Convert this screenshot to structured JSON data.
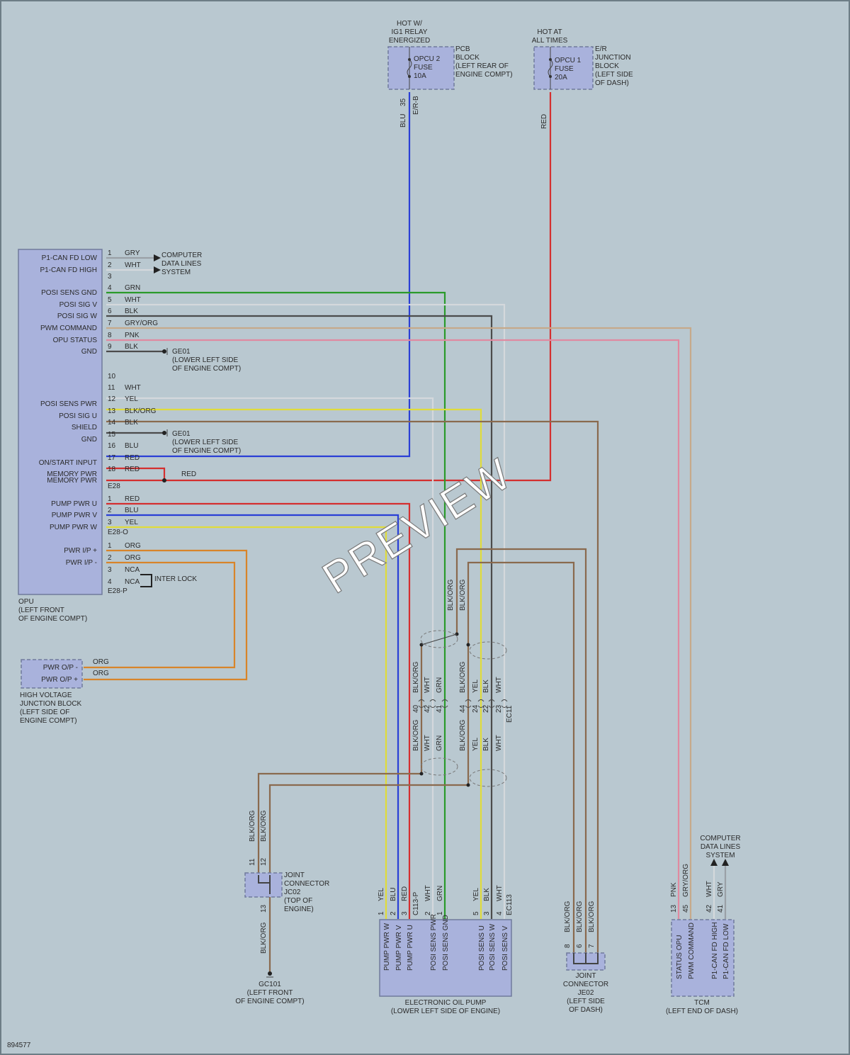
{
  "colors": {
    "BLU": "#2a3fd6",
    "RED": "#d42f2f",
    "GRN": "#2a9a2a",
    "WHT": "#d4d8dc",
    "BLK": "#4b4b4b",
    "GRY": "#9aa0a6",
    "GRYORG": "#c6a98a",
    "PNK": "#e08aa0",
    "YEL": "#e0dc3a",
    "BLKORG": "#8a6a4e",
    "ORG": "#d8842a",
    "box": "#a9b2dc"
  },
  "fuses": {
    "opcu2": {
      "hot": [
        "HOT W/",
        "IG1 RELAY",
        "ENERGIZED"
      ],
      "fuse": [
        "OPCU 2",
        "FUSE",
        "10A"
      ],
      "block": [
        "PCB",
        "BLOCK",
        "(LEFT REAR OF",
        "ENGINE COMPT)"
      ],
      "pin": "35",
      "conn": "E/R-B",
      "wire": "BLU"
    },
    "opcu1": {
      "hot": [
        "HOT AT",
        "ALL TIMES"
      ],
      "fuse": [
        "OPCU 1",
        "FUSE",
        "20A"
      ],
      "block": [
        "E/R",
        "JUNCTION",
        "BLOCK",
        "(LEFT SIDE",
        "OF DASH)"
      ],
      "wire": "RED"
    }
  },
  "opu": {
    "name": [
      "OPU",
      "(LEFT FRONT",
      "OF ENGINE COMPT)"
    ],
    "pins": [
      {
        "label": "P1-CAN FD LOW",
        "num": "1",
        "wire": "GRY"
      },
      {
        "label": "P1-CAN FD HIGH",
        "num": "2",
        "wire": "WHT"
      },
      {
        "label": "",
        "num": "3",
        "wire": ""
      },
      {
        "label": "POSI SENS GND",
        "num": "4",
        "wire": "GRN"
      },
      {
        "label": "POSI SIG V",
        "num": "5",
        "wire": "WHT"
      },
      {
        "label": "POSI SIG W",
        "num": "6",
        "wire": "BLK"
      },
      {
        "label": "PWM COMMAND",
        "num": "7",
        "wire": "GRY/ORG"
      },
      {
        "label": "OPU STATUS",
        "num": "8",
        "wire": "PNK"
      },
      {
        "label": "GND",
        "num": "9",
        "wire": "BLK"
      },
      {
        "label": "",
        "num": "10",
        "wire": ""
      },
      {
        "label": "",
        "num": "11",
        "wire": "WHT"
      },
      {
        "label": "POSI SENS PWR",
        "num": "12",
        "wire": "YEL"
      },
      {
        "label": "POSI SIG U",
        "num": "13",
        "wire": "BLK/ORG"
      },
      {
        "label": "SHIELD",
        "num": "14",
        "wire": "BLK"
      },
      {
        "label": "GND",
        "num": "15",
        "wire": ""
      },
      {
        "label": "",
        "num": "16",
        "wire": "BLU"
      },
      {
        "label": "ON/START INPUT",
        "num": "17",
        "wire": "RED"
      },
      {
        "label": "MEMORY PWR",
        "num": "18",
        "wire": "RED"
      },
      {
        "label": "MEMORY PWR",
        "num": "",
        "wire": ""
      }
    ],
    "conn1": "E28",
    "pins2": [
      {
        "label": "PUMP PWR U",
        "num": "1",
        "wire": "RED"
      },
      {
        "label": "PUMP PWR V",
        "num": "2",
        "wire": "BLU"
      },
      {
        "label": "PUMP PWR W",
        "num": "3",
        "wire": "YEL"
      }
    ],
    "conn2": "E28-O",
    "pins3": [
      {
        "label": "PWR I/P +",
        "num": "1",
        "wire": "ORG"
      },
      {
        "label": "PWR I/P -",
        "num": "2",
        "wire": "ORG"
      },
      {
        "label": "",
        "num": "3",
        "wire": "NCA"
      },
      {
        "label": "",
        "num": "4",
        "wire": "NCA"
      }
    ],
    "conn3": "E28-P",
    "interlock": "INTER LOCK"
  },
  "computer_top": [
    "COMPUTER",
    "DATA LINES",
    "SYSTEM"
  ],
  "ground_ge01": [
    "GE01",
    "(LOWER LEFT SIDE",
    "OF ENGINE COMPT)"
  ],
  "red_label": "RED",
  "hv": {
    "pins": [
      "PWR O/P -",
      "PWR O/P +"
    ],
    "wires": [
      "ORG",
      "ORG"
    ],
    "name": [
      "HIGH VOLTAGE",
      "JUNCTION BLOCK",
      "(LEFT SIDE OF",
      "ENGINE COMPT)"
    ]
  },
  "ec11": {
    "conn": "EC11",
    "cols": [
      {
        "num": "40",
        "wire": "BLK/ORG"
      },
      {
        "num": "42",
        "wire": "WHT"
      },
      {
        "num": "41",
        "wire": "GRN"
      },
      {
        "num": "44",
        "wire": "BLK/ORG"
      },
      {
        "num": "24",
        "wire": "YEL"
      },
      {
        "num": "22",
        "wire": "BLK"
      },
      {
        "num": "23",
        "wire": "WHT"
      }
    ]
  },
  "upper_blkorg": [
    "BLK/ORG",
    "BLK/ORG"
  ],
  "jc02": {
    "name": [
      "JOINT",
      "CONNECTOR",
      "JC02",
      "(TOP OF",
      "ENGINE)"
    ],
    "pins": [
      "11",
      "12",
      "13"
    ],
    "wires": [
      "BLK/ORG",
      "BLK/ORG",
      "BLK/ORG"
    ]
  },
  "gc101": [
    "GC101",
    "(LEFT FRONT",
    "OF ENGINE COMPT)"
  ],
  "pump": {
    "name": [
      "ELECTRONIC OIL PUMP",
      "(LOWER LEFT SIDE OF ENGINE)"
    ],
    "conn1": "C113-P",
    "conn2": "EC113",
    "pins": [
      {
        "label": "PUMP PWR W",
        "num": "1",
        "wire": "YEL"
      },
      {
        "label": "PUMP PWR V",
        "num": "2",
        "wire": "BLU"
      },
      {
        "label": "PUMP PWR U",
        "num": "3",
        "wire": "RED"
      },
      {
        "label": "POSI SENS PWR",
        "num": "2",
        "wire": "WHT"
      },
      {
        "label": "POSI SENS GND",
        "num": "1",
        "wire": "GRN"
      },
      {
        "label": "POSI SENS U",
        "num": "5",
        "wire": "YEL"
      },
      {
        "label": "POSI SENS W",
        "num": "3",
        "wire": "BLK"
      },
      {
        "label": "POSI SENS V",
        "num": "4",
        "wire": "WHT"
      }
    ]
  },
  "je02": {
    "name": [
      "JOINT",
      "CONNECTOR",
      "JE02",
      "(LEFT SIDE",
      "OF DASH)"
    ],
    "pins": [
      "8",
      "6",
      "7"
    ],
    "wires": [
      "BLK/ORG",
      "BLK/ORG",
      "BLK/ORG"
    ]
  },
  "tcm": {
    "name": [
      "TCM",
      "(LEFT END OF DASH)"
    ],
    "pins": [
      {
        "label": "STATUS OPU",
        "num": "13",
        "wire": "PNK"
      },
      {
        "label": "PWM COMMAND",
        "num": "45",
        "wire": "GRY/ORG"
      },
      {
        "label": "P1-CAN FD HIGH",
        "num": "42",
        "wire": "WHT"
      },
      {
        "label": "P1-CAN FD LOW",
        "num": "41",
        "wire": "GRY"
      }
    ],
    "computer": [
      "COMPUTER",
      "DATA LINES",
      "SYSTEM"
    ]
  },
  "watermark": "PREVIEW",
  "figure_id": "894577"
}
